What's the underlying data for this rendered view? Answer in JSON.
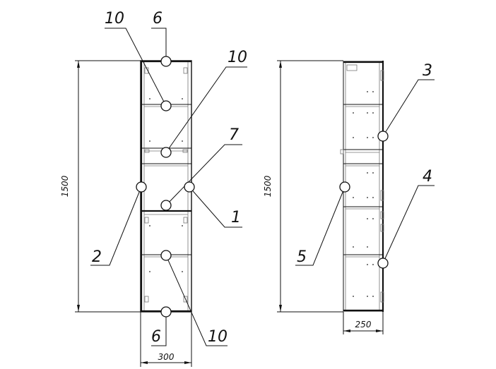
{
  "front_view": {
    "height_dim": "1500",
    "width_dim": "300",
    "callouts": {
      "top_hinge": "6",
      "bottom_hinge": "6",
      "shelf_upper": "10",
      "shelf_mid": "10",
      "shelf_lower": "10",
      "shelf_support": "7",
      "right_side": "1",
      "left_side": "2"
    }
  },
  "side_view": {
    "height_dim": "1500",
    "depth_dim": "250",
    "callouts": {
      "back_upper": "3",
      "back_lower": "4",
      "shelf_side": "5"
    }
  }
}
